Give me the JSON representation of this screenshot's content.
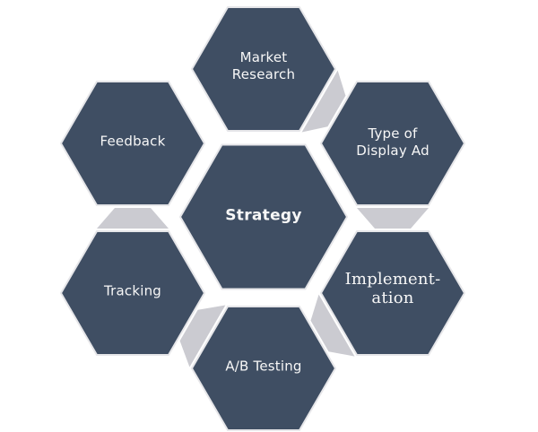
{
  "diagram": {
    "type": "hexagon-cluster-cycle",
    "description": "Central strategy hexagon surrounded by six process hexagons with gray flow connectors"
  },
  "colors": {
    "hexagon_fill": "#3F4E63",
    "hexagon_stroke": "#E6E6E9",
    "connector_fill": "#CBCBD1",
    "label_color": "#F7F7F7",
    "background": "#FFFFFF"
  },
  "nodes": {
    "strategy": {
      "label": "Strategy"
    },
    "market_research": {
      "label": "Market\nResearch"
    },
    "type_of_display_ad": {
      "label": "Type of\nDisplay Ad"
    },
    "implementation": {
      "label": "Implement-\nation"
    },
    "ab_testing": {
      "label": "A/B Testing"
    },
    "tracking": {
      "label": "Tracking"
    },
    "feedback": {
      "label": "Feedback"
    }
  },
  "connectors": [
    {
      "from": "market_research",
      "to": "type_of_display_ad"
    },
    {
      "from": "type_of_display_ad",
      "to": "implementation"
    },
    {
      "from": "implementation",
      "to": "ab_testing"
    },
    {
      "from": "ab_testing",
      "to": "tracking"
    },
    {
      "from": "tracking",
      "to": "feedback"
    }
  ]
}
